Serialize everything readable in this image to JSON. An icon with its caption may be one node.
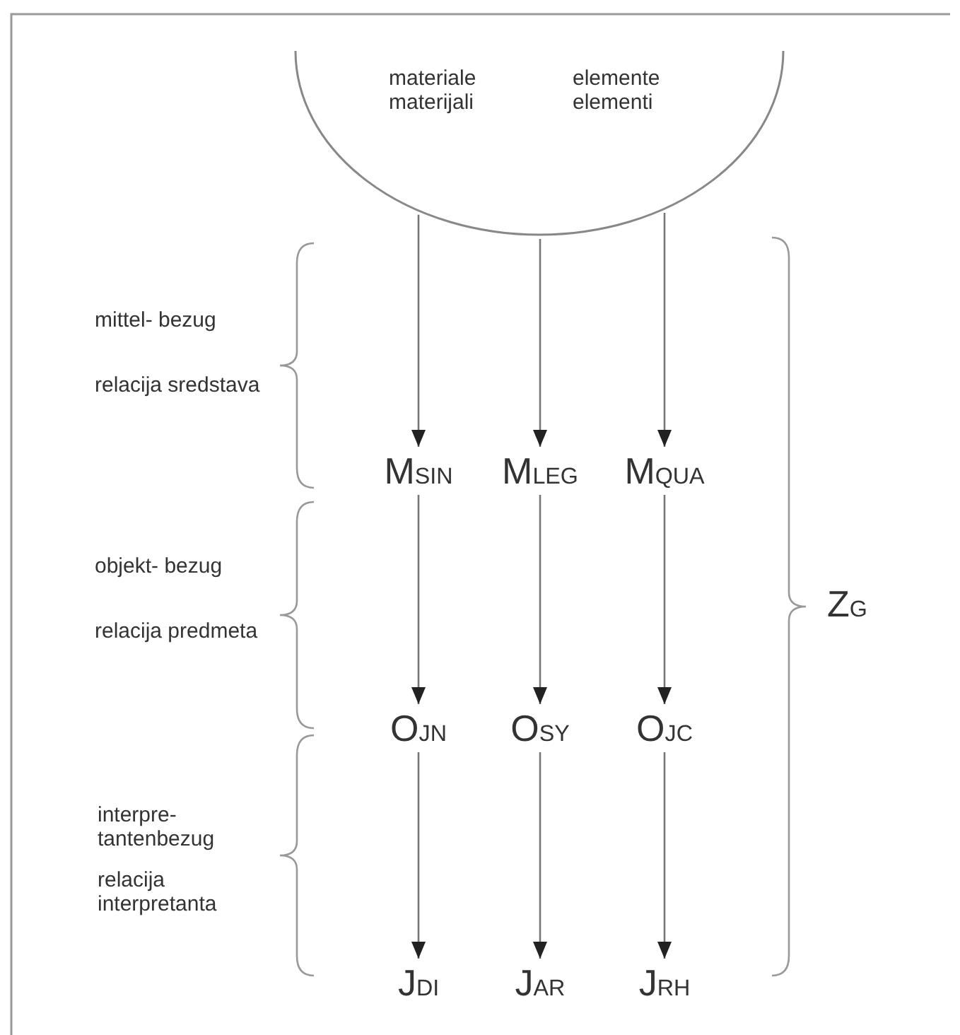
{
  "diagram": {
    "nodes": [
      {
        "text": [
          "materiale materijali",
          "elemente elementi"
        ]
      },
      {
        "text": [
          "M$_{SIN}$"
        ]
      },
      {
        "text": [
          "M$_{LEG}$"
        ]
      },
      {
        "text": [
          "M$_{QUA}$"
        ]
      },
      {
        "text": [
          "O$_{JN}$"
        ]
      },
      {
        "text": [
          "O$_{SY}$"
        ]
      },
      {
        "text": [
          "O$_{JC}$"
        ]
      },
      {
        "text": [
          "J$_{DI}$"
        ]
      },
      {
        "text": [
          "J$_{AR}$"
        ]
      },
      {
        "text": [
          "J$_{RH}$"
        ]
      }
    ],
    "edges": [
      {
        "from": 0,
        "to": 1,
        "arrow": "to"
      },
      {
        "from": 0,
        "to": 2,
        "arrow": "to"
      },
      {
        "from": 0,
        "to": 3,
        "arrow": "to"
      },
      {
        "from": 1,
        "to": 4,
        "arrow": "to"
      },
      {
        "from": 2,
        "to": 5,
        "arrow": "to"
      },
      {
        "from": 3,
        "to": 6,
        "arrow": "to"
      },
      {
        "from": 4,
        "to": 7,
        "arrow": "to"
      },
      {
        "from": 5,
        "to": 8,
        "arrow": "to"
      },
      {
        "from": 6,
        "to": 9,
        "arrow": "to"
      }
    ],
    "labels": [
      "mittel- bezug",
      "relacija sredstava",
      "objekt- bezug",
      "relacija predmeta",
      "interpre- tantenbezug",
      "relacija interpretanta",
      "Z$_{G}$"
    ]
  }
}
